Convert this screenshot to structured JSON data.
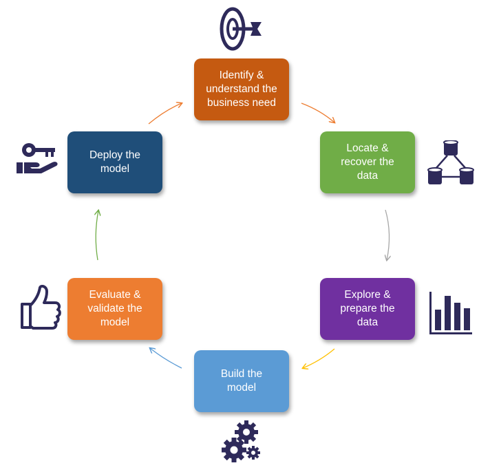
{
  "diagram": {
    "steps": [
      {
        "label": "Identify &\nunderstand the\nbusiness need",
        "color": "#c55a11",
        "icon": "target-icon"
      },
      {
        "label": "Locate &\nrecover the\ndata",
        "color": "#70ad47",
        "icon": "database-network-icon"
      },
      {
        "label": "Explore &\nprepare the\ndata",
        "color": "#7030a0",
        "icon": "bar-chart-icon"
      },
      {
        "label": "Build the\nmodel",
        "color": "#5b9bd5",
        "icon": "gears-icon"
      },
      {
        "label": "Evaluate &\nvalidate the\nmodel",
        "color": "#ed7d31",
        "icon": "thumbs-up-icon"
      },
      {
        "label": "Deploy the\nmodel",
        "color": "#1f4e79",
        "icon": "hand-key-icon"
      }
    ],
    "arrow_colors": [
      "#ed7d31",
      "#a6a6a6",
      "#ffc000",
      "#5b9bd5",
      "#70ad47",
      "#ed7d31"
    ],
    "icon_color": "#2e2a5a"
  }
}
